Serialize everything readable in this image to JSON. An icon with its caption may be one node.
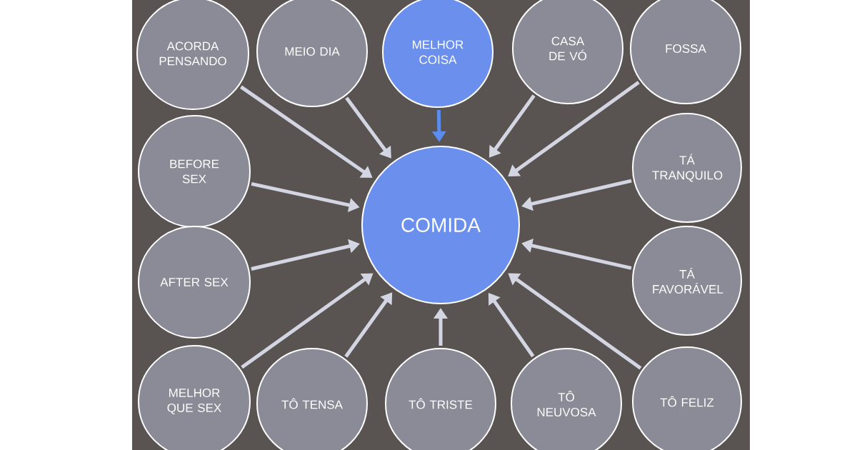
{
  "diagram": {
    "nodes": [
      {
        "text": [
          "ACORDA PENSANDO"
        ]
      },
      {
        "text": [
          "MEIO DIA"
        ]
      },
      {
        "text": [
          "MELHOR COISA"
        ]
      },
      {
        "text": [
          "CASA DE VÓ"
        ]
      },
      {
        "text": [
          "FOSSA"
        ]
      },
      {
        "text": [
          "BEFORE SEX"
        ]
      },
      {
        "text": [
          "TÁ TRANQUILO"
        ]
      },
      {
        "text": [
          "COMIDA"
        ]
      },
      {
        "text": [
          "AFTER SEX"
        ]
      },
      {
        "text": [
          "TÁ FAVORÁVEL"
        ]
      },
      {
        "text": [
          "MELHOR QUE SEX"
        ]
      },
      {
        "text": [
          "TÔ TENSA"
        ]
      },
      {
        "text": [
          "TÔ TRISTE"
        ]
      },
      {
        "text": [
          "TÔ NEUVOSA"
        ]
      },
      {
        "text": [
          "TÔ FELIZ"
        ]
      }
    ],
    "edges": [
      {
        "from": 0,
        "to": 7,
        "arrow": "to"
      },
      {
        "from": 1,
        "to": 7,
        "arrow": "to"
      },
      {
        "from": 2,
        "to": 7,
        "arrow": "to",
        "color": "#5b8def"
      },
      {
        "from": 3,
        "to": 7,
        "arrow": "to"
      },
      {
        "from": 4,
        "to": 7,
        "arrow": "to"
      },
      {
        "from": 5,
        "to": 7,
        "arrow": "to"
      },
      {
        "from": 6,
        "to": 7,
        "arrow": "to"
      },
      {
        "from": 8,
        "to": 7,
        "arrow": "to"
      },
      {
        "from": 9,
        "to": 7,
        "arrow": "to"
      },
      {
        "from": 10,
        "to": 7,
        "arrow": "to"
      },
      {
        "from": 11,
        "to": 7,
        "arrow": "to"
      },
      {
        "from": 12,
        "to": 7,
        "arrow": "to"
      },
      {
        "from": 13,
        "to": 7,
        "arrow": "to"
      },
      {
        "from": 14,
        "to": 7,
        "arrow": "to"
      }
    ]
  }
}
